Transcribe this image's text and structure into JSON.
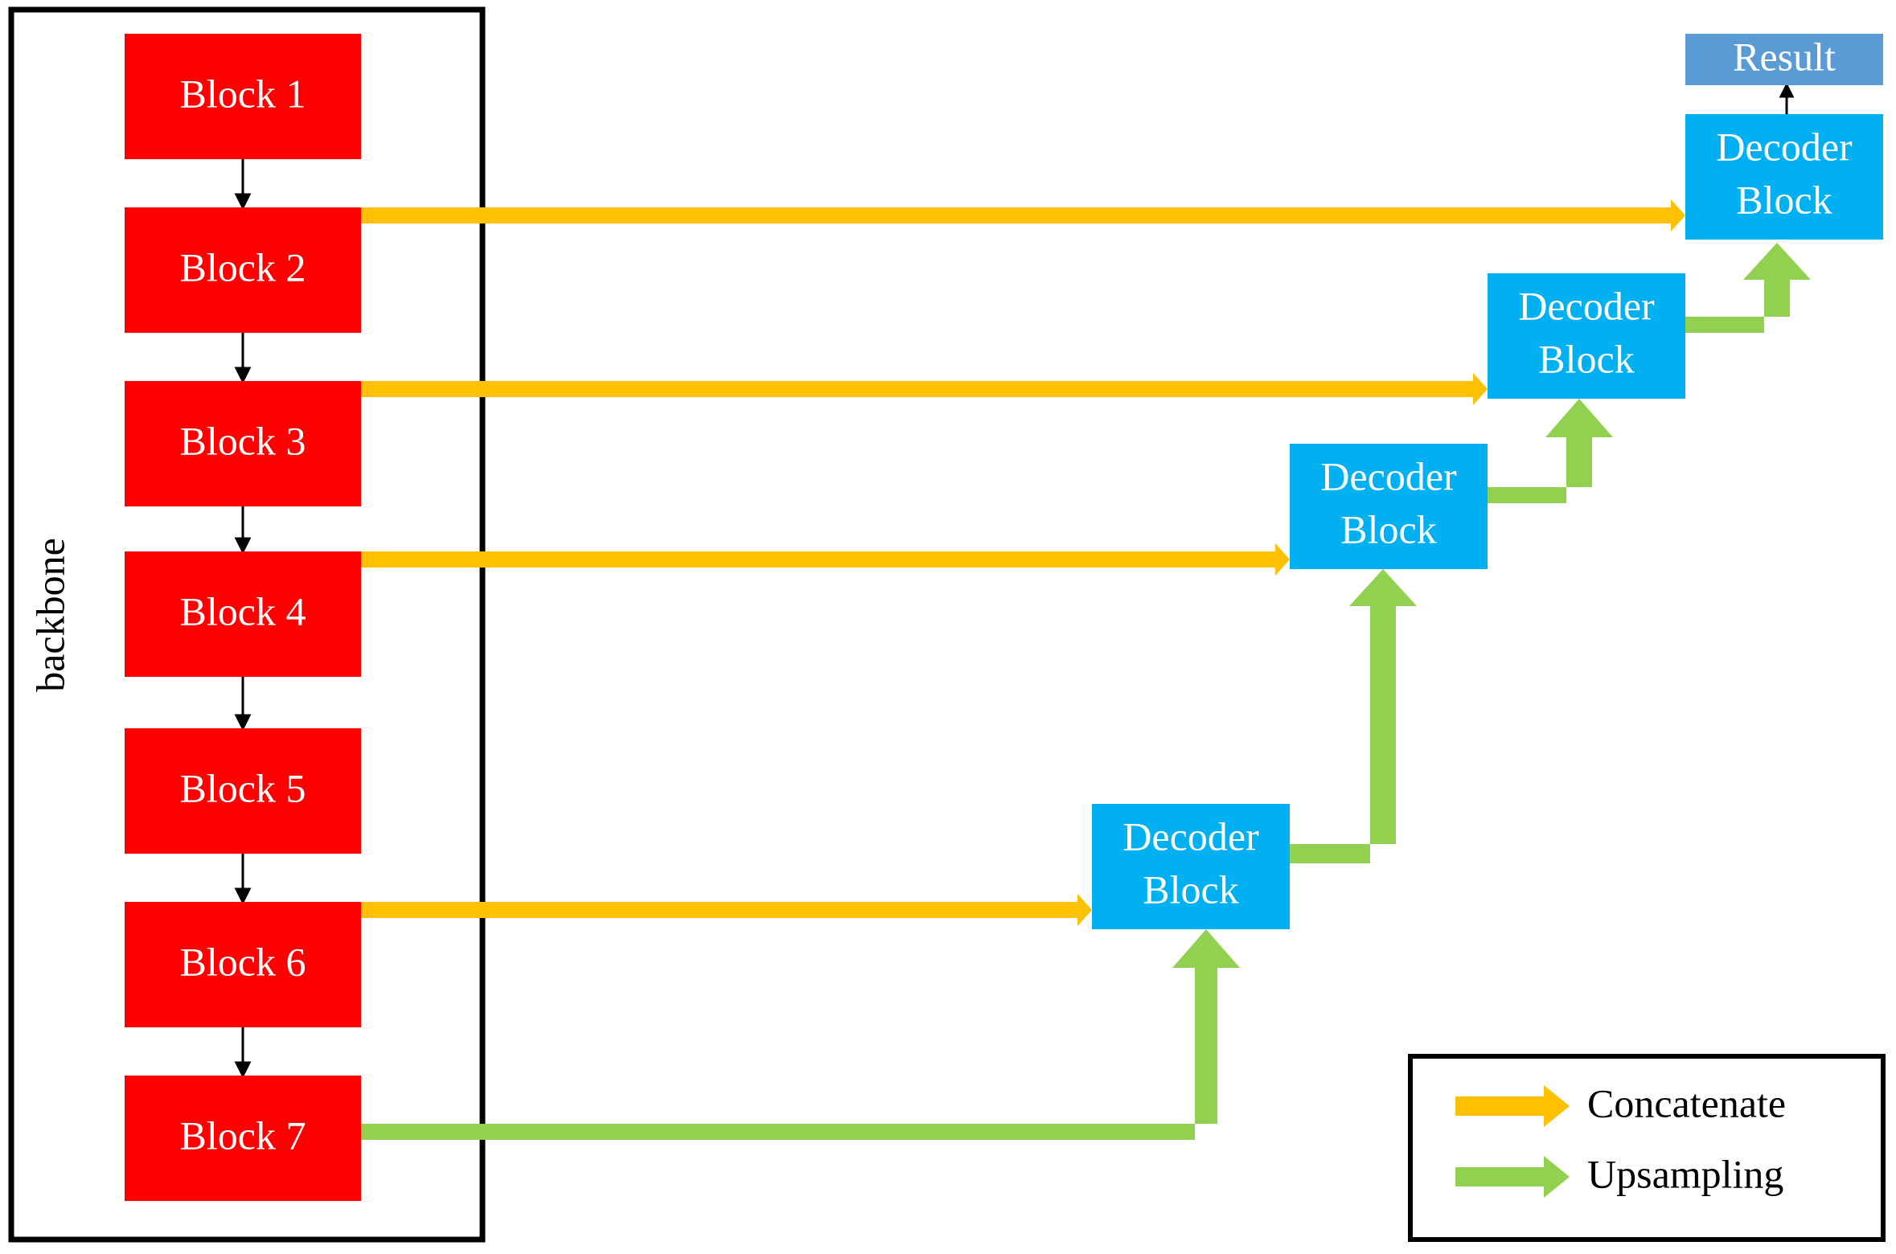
{
  "backbone": {
    "label": "backbone",
    "blocks": [
      {
        "label": "Block 1"
      },
      {
        "label": "Block 2"
      },
      {
        "label": "Block 3"
      },
      {
        "label": "Block 4"
      },
      {
        "label": "Block 5"
      },
      {
        "label": "Block 6"
      },
      {
        "label": "Block 7"
      }
    ]
  },
  "decoder": {
    "blocks": [
      {
        "line1": "Decoder",
        "line2": "Block"
      },
      {
        "line1": "Decoder",
        "line2": "Block"
      },
      {
        "line1": "Decoder",
        "line2": "Block"
      },
      {
        "line1": "Decoder",
        "line2": "Block"
      }
    ]
  },
  "result": {
    "label": "Result"
  },
  "legend": {
    "concatenate": "Concatenate",
    "upsampling": "Upsampling"
  },
  "colors": {
    "backbone_block": "#ff0000",
    "decoder_block": "#00b0f0",
    "result_block": "#5b9bd5",
    "concatenate": "#ffc000",
    "upsampling": "#92d050",
    "frame": "#000000",
    "block_text": "#ffffff"
  }
}
